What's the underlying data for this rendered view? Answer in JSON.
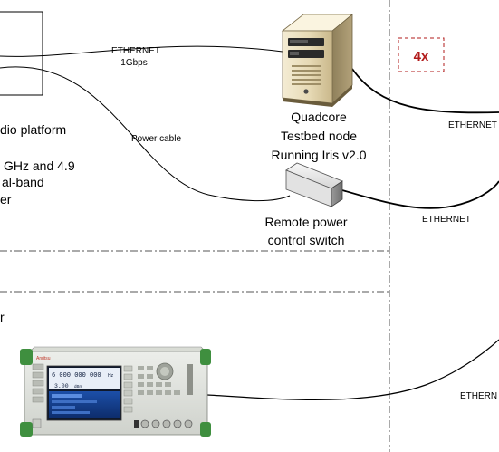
{
  "left_block": {
    "platform_label": "dio platform",
    "freq_lines": [
      "GHz and 4.9",
      "al-band",
      "er"
    ]
  },
  "links": {
    "ethernet_top": "ETHERNET",
    "ethernet_top_speed": "1Gbps",
    "power_cable": "Power cable",
    "ethernet_right_top": "ETHERNET",
    "ethernet_right_mid": "ETHERNET",
    "ethernet_right_bottom": "ETHERN"
  },
  "node": {
    "lines": [
      "Quadcore",
      "Testbed node",
      "Running Iris v2.0"
    ],
    "icon": "server-tower-icon"
  },
  "power_switch": {
    "lines": [
      "Remote power",
      "control switch"
    ],
    "icon": "power-switch-box-icon"
  },
  "multiplier": {
    "label": "4x",
    "color": "#b21b1b"
  },
  "lower_section": {
    "partial_label": "r",
    "instrument_icon": "signal-generator-icon",
    "instrument_readout": "6 000 000 000",
    "instrument_readout_unit": "Hz",
    "instrument_level": "3.00",
    "instrument_level_unit": "dBm",
    "instrument_brand": "Anritsu"
  }
}
